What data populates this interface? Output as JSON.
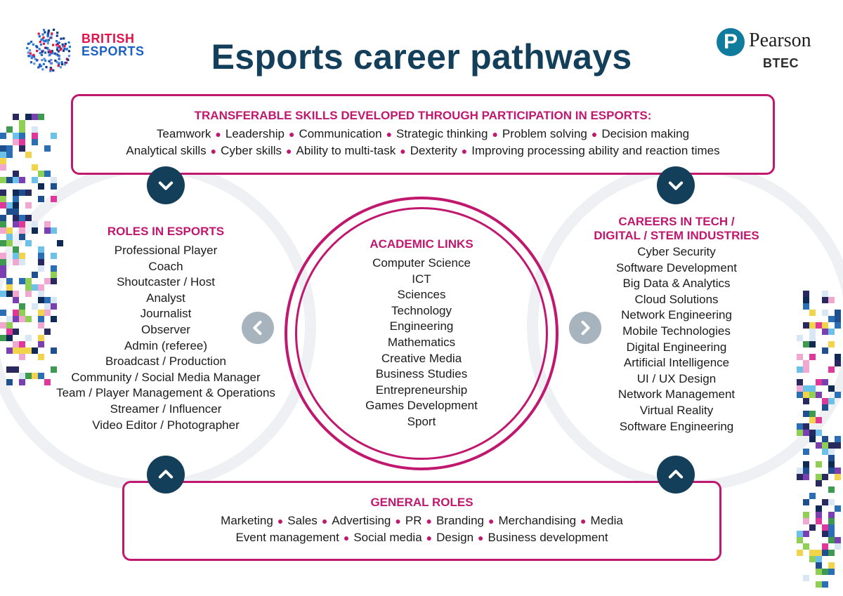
{
  "header": {
    "title": "Esports career pathways",
    "left_logo": {
      "line1": "BRITISH",
      "line2": "ESPORTS"
    },
    "right_logo": {
      "mark": "P",
      "name": "Pearson",
      "sub": "BTEC"
    }
  },
  "transferable_skills": {
    "title": "TRANSFERABLE SKILLS DEVELOPED THROUGH PARTICIPATION IN ESPORTS:",
    "row1": [
      "Teamwork",
      "Leadership",
      "Communication",
      "Strategic thinking",
      "Problem solving",
      "Decision making"
    ],
    "row2": [
      "Analytical skills",
      "Cyber skills",
      "Ability to multi-task",
      "Dexterity",
      "Improving processing ability and reaction times"
    ]
  },
  "roles_in_esports": {
    "title": "ROLES IN ESPORTS",
    "items": [
      "Professional Player",
      "Coach",
      "Shoutcaster / Host",
      "Analyst",
      "Journalist",
      "Observer",
      "Admin (referee)",
      "Broadcast / Production",
      "Community / Social Media Manager",
      "Team / Player Management & Operations",
      "Streamer / Influencer",
      "Video Editor / Photographer"
    ]
  },
  "academic_links": {
    "title": "ACADEMIC LINKS",
    "items": [
      "Computer Science",
      "ICT",
      "Sciences",
      "Technology",
      "Engineering",
      "Mathematics",
      "Creative Media",
      "Business Studies",
      "Entrepreneurship",
      "Games Development",
      "Sport"
    ]
  },
  "careers_in_tech": {
    "title_line1": "CAREERS IN TECH /",
    "title_line2": "DIGITAL / STEM INDUSTRIES",
    "items": [
      "Cyber Security",
      "Software Development",
      "Big Data & Analytics",
      "Cloud Solutions",
      "Network Engineering",
      "Mobile Technologies",
      "Digital Engineering",
      "Artificial Intelligence",
      "UI / UX Design",
      "Network Management",
      "Virtual Reality",
      "Software Engineering"
    ]
  },
  "general_roles": {
    "title": "GENERAL ROLES",
    "row1": [
      "Marketing",
      "Sales",
      "Advertising",
      "PR",
      "Branding",
      "Merchandising",
      "Media"
    ],
    "row2": [
      "Event management",
      "Social media",
      "Design",
      "Business development"
    ]
  },
  "colors": {
    "accent": "#c0186f",
    "navy": "#133f5a",
    "grey_button": "#a7b4be",
    "brand_red": "#e0144b",
    "brand_blue": "#1c61c2",
    "pearson_blue": "#0f7c9d"
  },
  "icons": [
    "chevron-down-icon",
    "chevron-up-icon",
    "chevron-left-icon",
    "chevron-right-icon",
    "lion-logo-icon",
    "pearson-p-icon"
  ]
}
